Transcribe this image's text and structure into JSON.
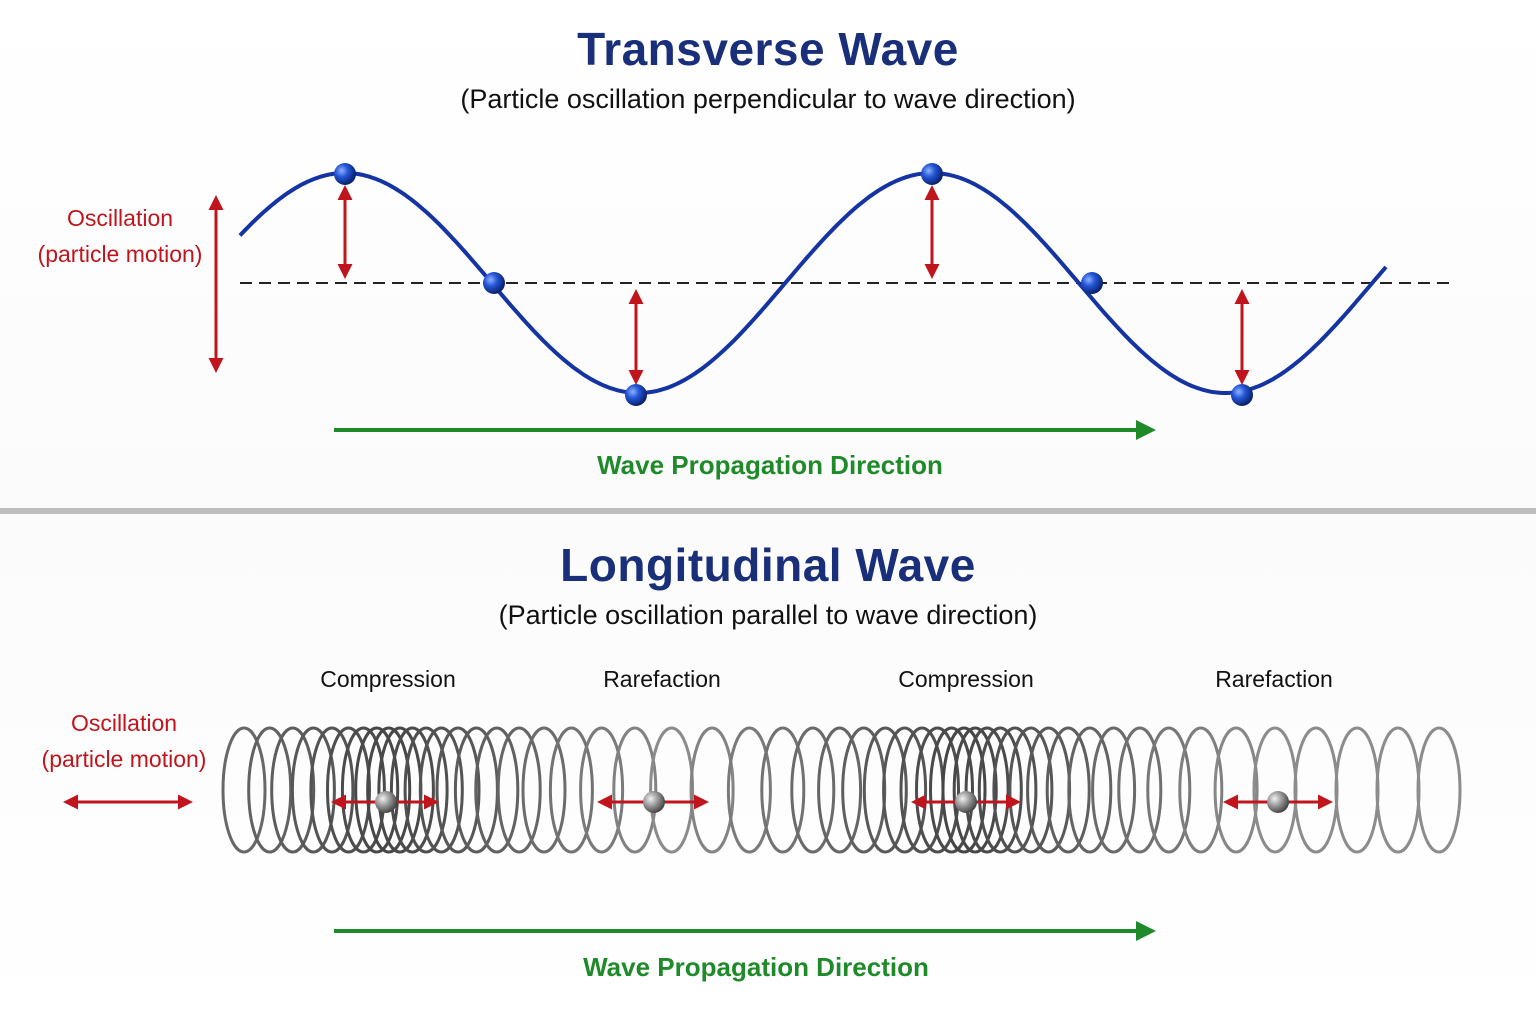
{
  "transverse": {
    "title": "Transverse Wave",
    "subtitle": "(Particle oscillation perpendicular to wave direction)",
    "oscillation_label": "Oscillation",
    "oscillation_sub": "(particle motion)",
    "propagation_label": "Wave Propagation Direction"
  },
  "longitudinal": {
    "title": "Longitudinal Wave",
    "subtitle": "(Particle oscillation parallel to wave direction)",
    "oscillation_label": "Oscillation",
    "oscillation_sub": "(particle motion)",
    "regions": [
      "Compression",
      "Rarefaction",
      "Compression",
      "Rarefaction"
    ],
    "propagation_label": "Wave Propagation Direction"
  },
  "colors": {
    "title": "#1a2f7a",
    "wave": "#1434a4",
    "arrow_red": "#c0151c",
    "arrow_green": "#1f8a2a",
    "spring": "#555555"
  }
}
